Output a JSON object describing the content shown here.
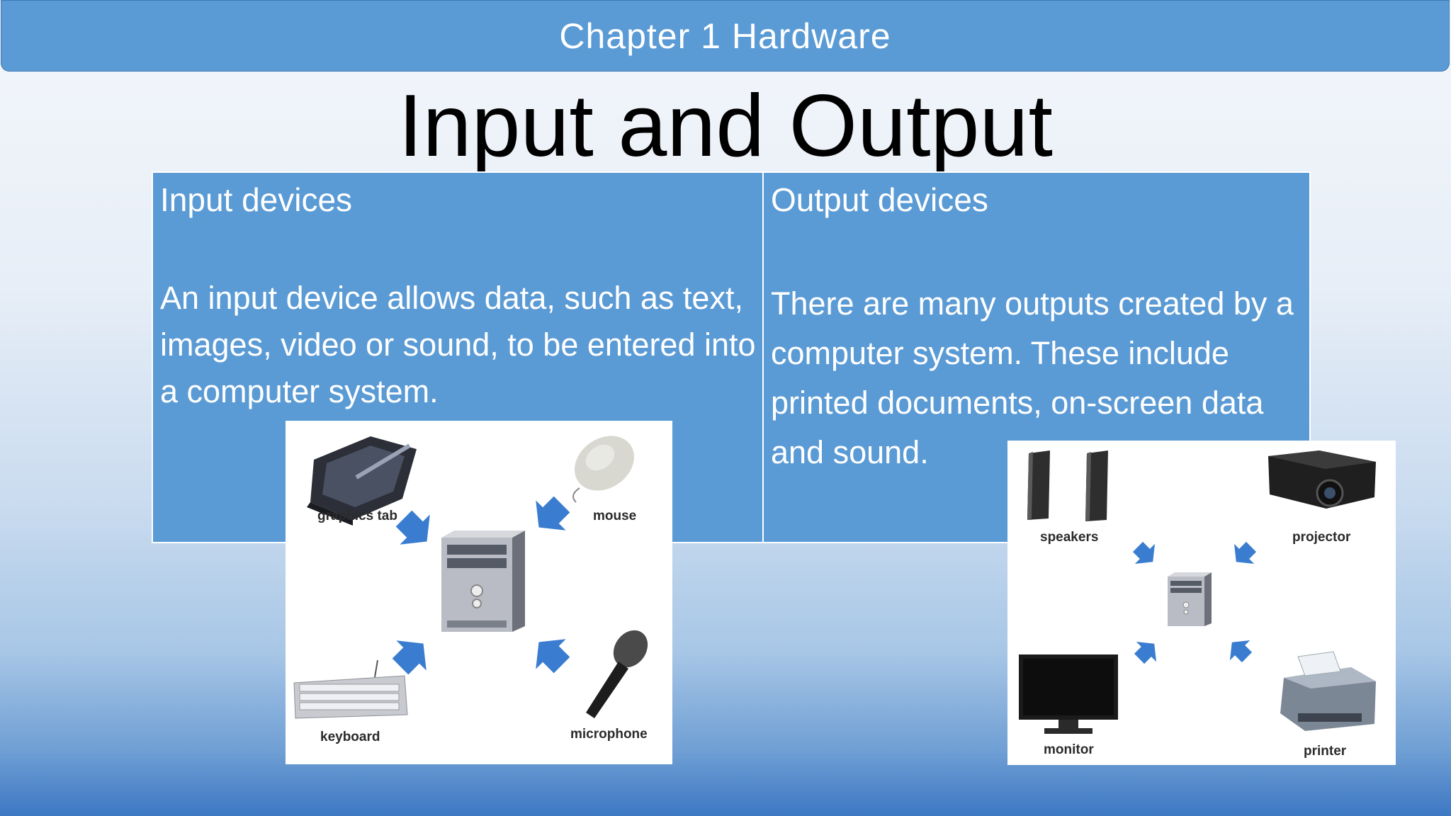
{
  "header": {
    "title": "Chapter 1 Hardware"
  },
  "slide": {
    "title": "Input and Output"
  },
  "input_column": {
    "heading": "Input devices",
    "text": "An input device allows data, such as text, images, video or sound, to be entered into a computer system."
  },
  "output_column": {
    "heading": "Output devices",
    "text": "There are many outputs created by a computer system.  These include printed documents, on-screen data and sound."
  },
  "input_diagram": {
    "labels": {
      "graphics_tab": "graphics tab",
      "mouse": "mouse",
      "keyboard": "keyboard",
      "microphone": "microphone"
    }
  },
  "output_diagram": {
    "labels": {
      "speakers": "speakers",
      "projector": "projector",
      "monitor": "monitor",
      "printer": "printer"
    }
  },
  "colors": {
    "accent": "#5b9bd5",
    "arrow": "#3a7dd0",
    "text_on_accent": "#ffffff"
  }
}
